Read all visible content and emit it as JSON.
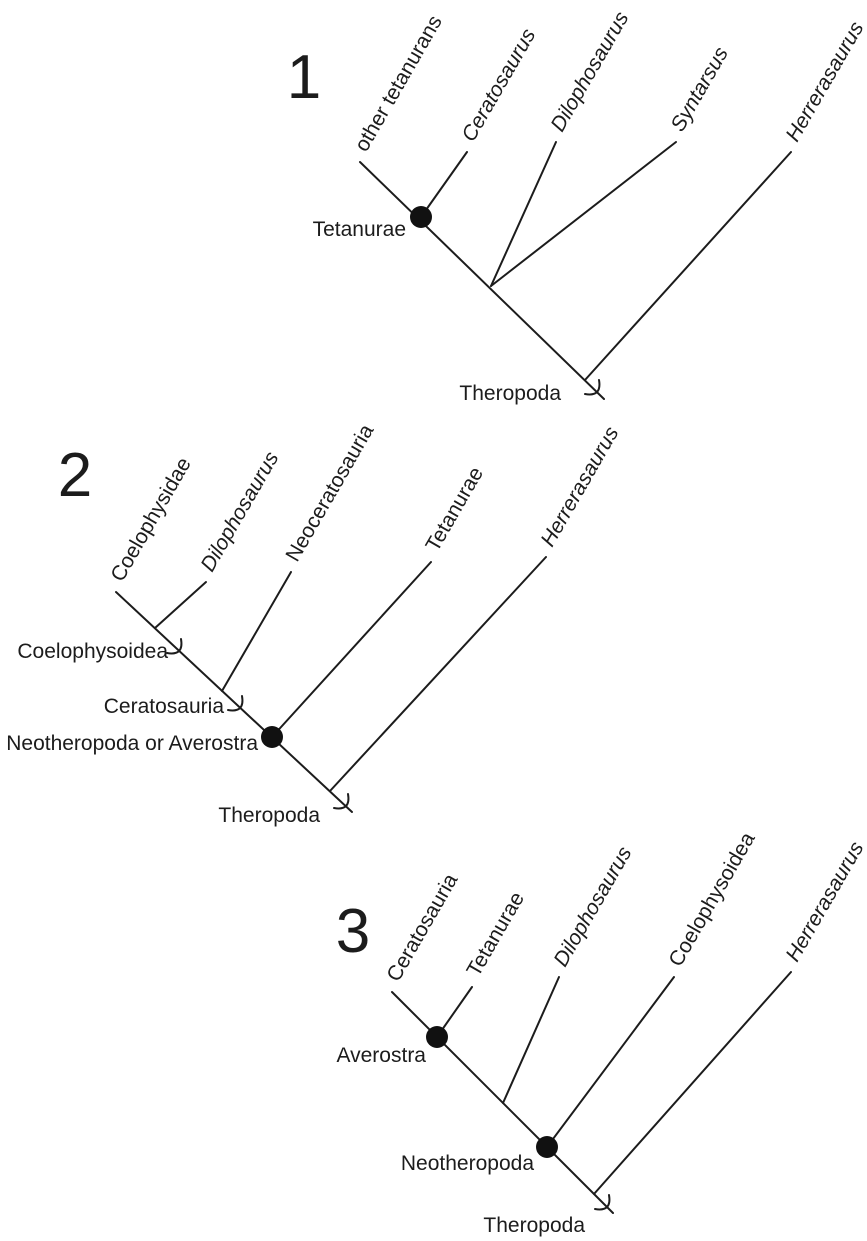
{
  "figure": {
    "background_color": "#ffffff",
    "ink_color": "#1c1c1c",
    "description": "Three alternative cladogram hypotheses of basal theropod relationships",
    "trees": [
      {
        "number": "1",
        "tips": [
          {
            "label": "other tetanurans",
            "italic": false
          },
          {
            "label": "Ceratosaurus",
            "italic": true
          },
          {
            "label": "Dilophosaurus",
            "italic": true
          },
          {
            "label": "Syntarsus",
            "italic": true
          },
          {
            "label": "Herrerasaurus",
            "italic": true
          }
        ],
        "nodes": [
          {
            "label": "Tetanurae",
            "marker": "filled-circle"
          },
          {
            "label": "Theropoda",
            "marker": "arc"
          }
        ]
      },
      {
        "number": "2",
        "tips": [
          {
            "label": "Coelophysidae",
            "italic": false
          },
          {
            "label": "Dilophosaurus",
            "italic": true
          },
          {
            "label": "Neoceratosauria",
            "italic": false
          },
          {
            "label": "Tetanurae",
            "italic": false
          },
          {
            "label": "Herrerasaurus",
            "italic": true
          }
        ],
        "nodes": [
          {
            "label": "Coelophysoidea",
            "marker": "arc"
          },
          {
            "label": "Ceratosauria",
            "marker": "arc"
          },
          {
            "label": "Neotheropoda or Averostra",
            "marker": "filled-circle"
          },
          {
            "label": "Theropoda",
            "marker": "arc"
          }
        ]
      },
      {
        "number": "3",
        "tips": [
          {
            "label": "Ceratosauria",
            "italic": false
          },
          {
            "label": "Tetanurae",
            "italic": false
          },
          {
            "label": "Dilophosaurus",
            "italic": true
          },
          {
            "label": "Coelophysoidea",
            "italic": false
          },
          {
            "label": "Herrerasaurus",
            "italic": true
          }
        ],
        "nodes": [
          {
            "label": "Averostra",
            "marker": "filled-circle"
          },
          {
            "label": "Neotheropoda",
            "marker": "filled-circle"
          },
          {
            "label": "Theropoda",
            "marker": "arc"
          }
        ]
      }
    ]
  }
}
